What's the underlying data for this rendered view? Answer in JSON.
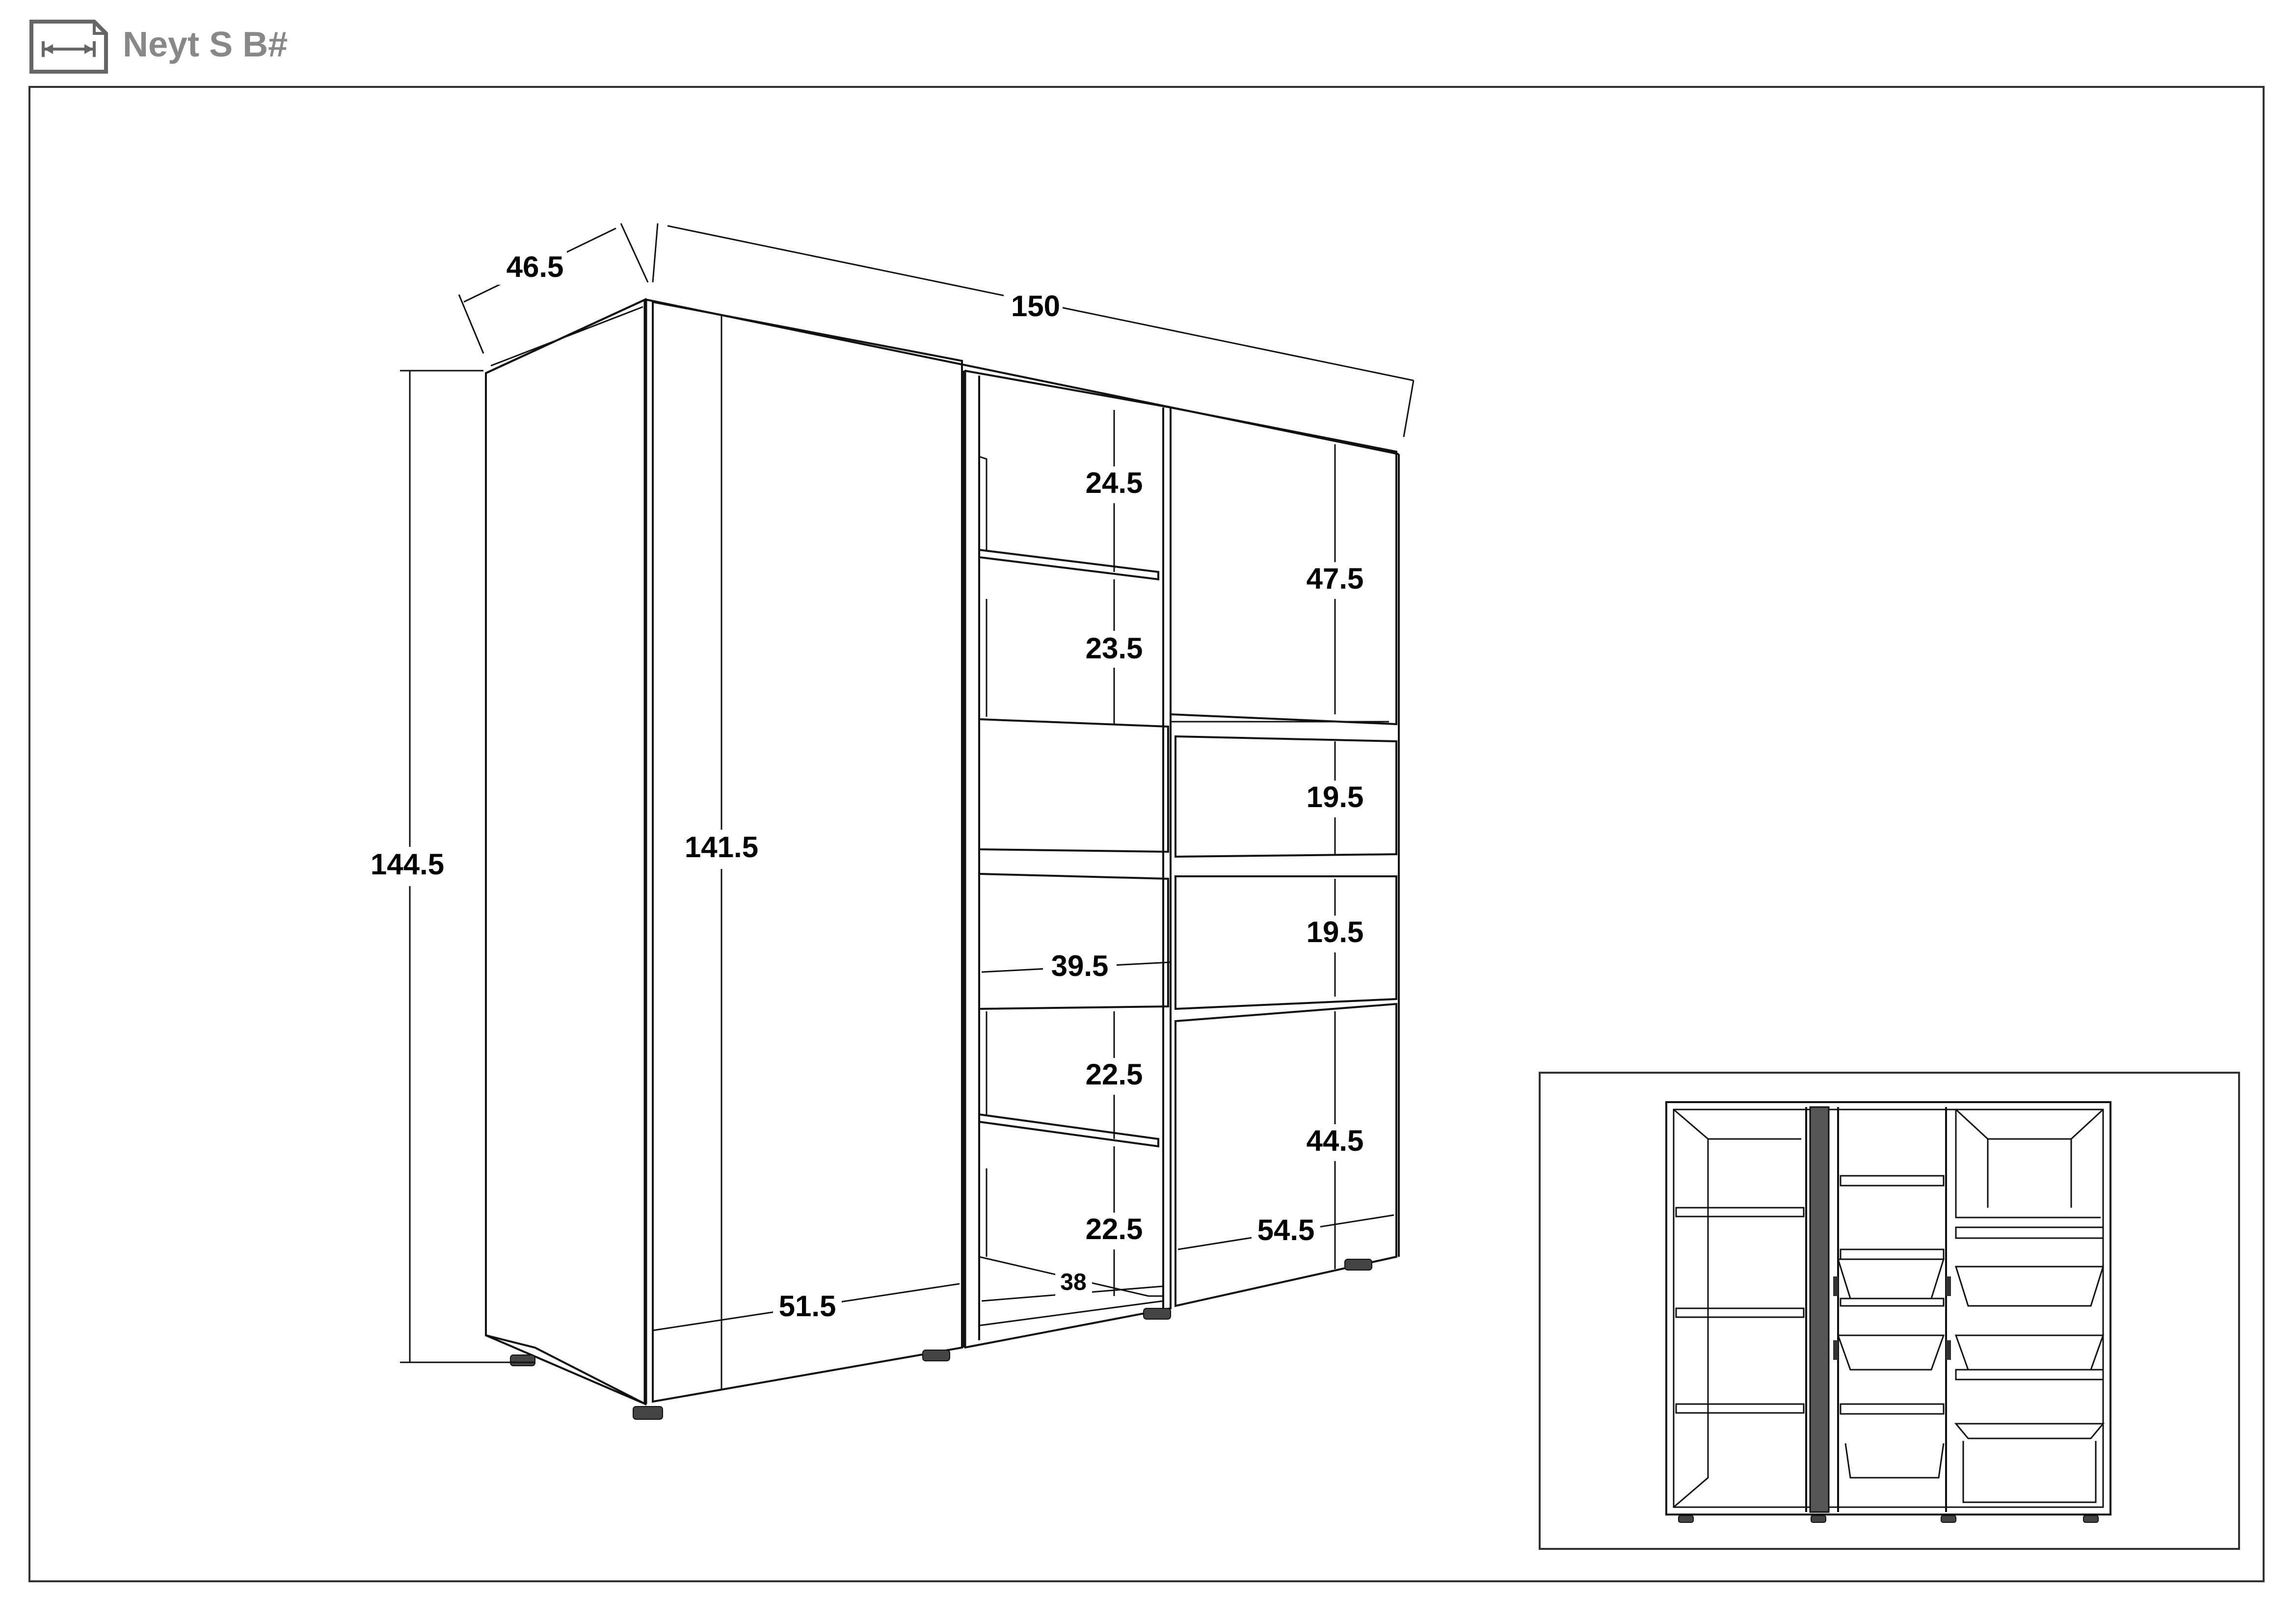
{
  "header": {
    "title": "Neyt S B#",
    "icon": "dimension-document-icon"
  },
  "colors": {
    "title": "#888888",
    "line": "#111111",
    "frame": "#333333"
  },
  "dimensions": {
    "depth": "46.5",
    "width": "150",
    "height_total": "144.5",
    "door_height": "141.5",
    "door_width": "51.5",
    "shelf_top": "24.5",
    "shelf_second": "23.5",
    "right_door_top": "47.5",
    "drawer_upper": "19.5",
    "drawer_lower": "19.5",
    "drawer_width": "39.5",
    "shelf_third": "22.5",
    "shelf_bottom": "22.5",
    "right_door_bottom": "44.5",
    "right_door_width": "54.5",
    "open_section_width": "38"
  }
}
